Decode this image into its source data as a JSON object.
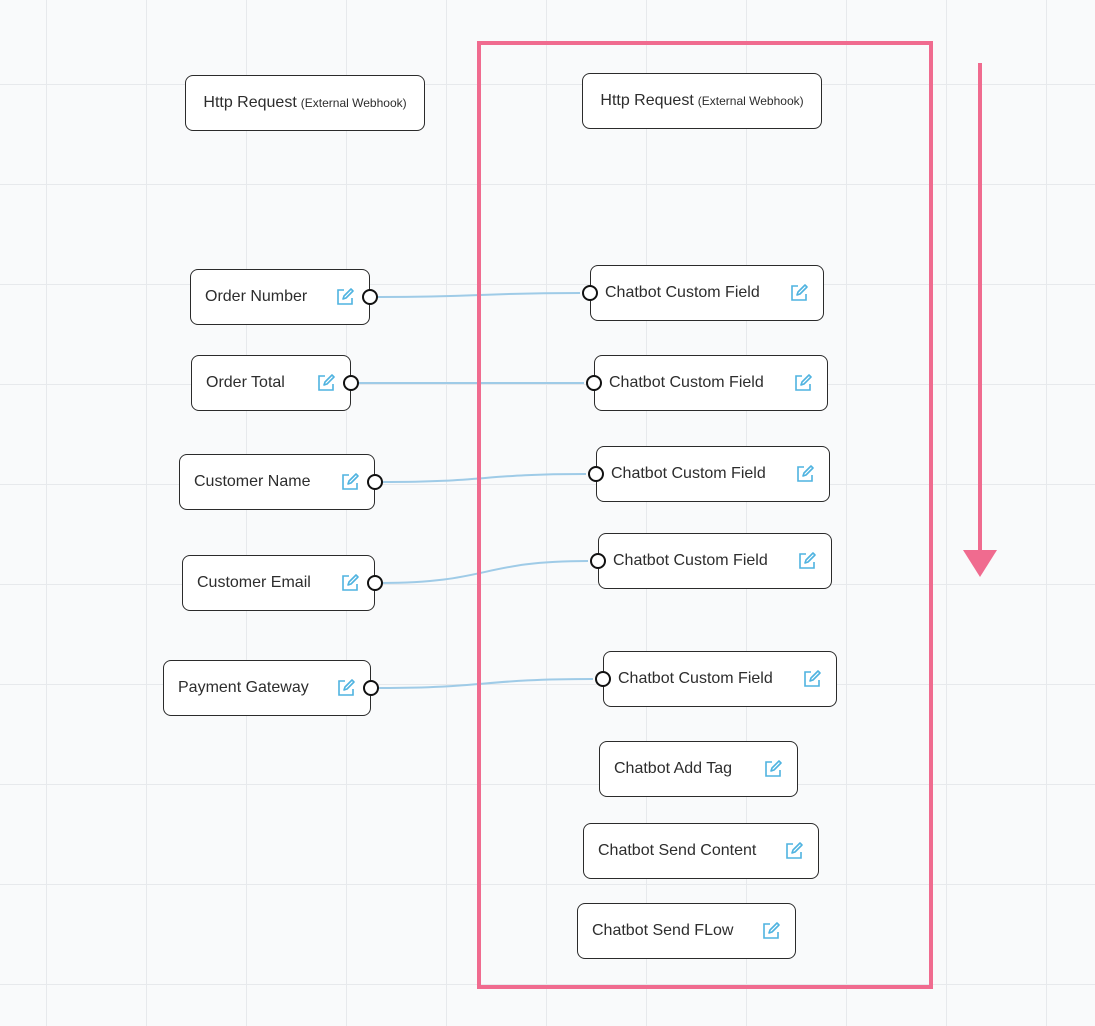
{
  "colors": {
    "canvas_bg": "#f9fafb",
    "grid_line": "#e7e9ec",
    "node_border": "#2b2b2b",
    "edit_icon": "#4fb3e0",
    "wire": "#9fcbe7",
    "highlight": "#f06b8f"
  },
  "source_nodes": {
    "http_request": {
      "title": "Http Request",
      "subtitle": "(External Webhook)"
    },
    "fields": [
      {
        "label": "Order Number",
        "icon": "edit-icon"
      },
      {
        "label": "Order Total",
        "icon": "edit-icon"
      },
      {
        "label": "Customer Name",
        "icon": "edit-icon"
      },
      {
        "label": "Customer Email",
        "icon": "edit-icon"
      },
      {
        "label": "Payment Gateway",
        "icon": "edit-icon"
      }
    ]
  },
  "target_nodes": {
    "http_request": {
      "title": "Http Request",
      "subtitle": "(External Webhook)"
    },
    "fields": [
      {
        "label": "Chatbot Custom Field",
        "icon": "edit-icon"
      },
      {
        "label": "Chatbot Custom Field",
        "icon": "edit-icon"
      },
      {
        "label": "Chatbot Custom Field",
        "icon": "edit-icon"
      },
      {
        "label": "Chatbot Custom Field",
        "icon": "edit-icon"
      },
      {
        "label": "Chatbot Custom Field",
        "icon": "edit-icon"
      }
    ],
    "actions": [
      {
        "label": "Chatbot Add Tag",
        "icon": "edit-icon"
      },
      {
        "label": "Chatbot Send Content",
        "icon": "edit-icon"
      },
      {
        "label": "Chatbot Send FLow",
        "icon": "edit-icon"
      }
    ]
  },
  "connections": [
    {
      "from": "Order Number",
      "to_index": 0
    },
    {
      "from": "Order Total",
      "to_index": 1
    },
    {
      "from": "Customer Name",
      "to_index": 2
    },
    {
      "from": "Customer Email",
      "to_index": 3
    },
    {
      "from": "Payment Gateway",
      "to_index": 4
    }
  ],
  "annotations": {
    "highlight_box": true,
    "flow_arrow_direction": "down"
  }
}
